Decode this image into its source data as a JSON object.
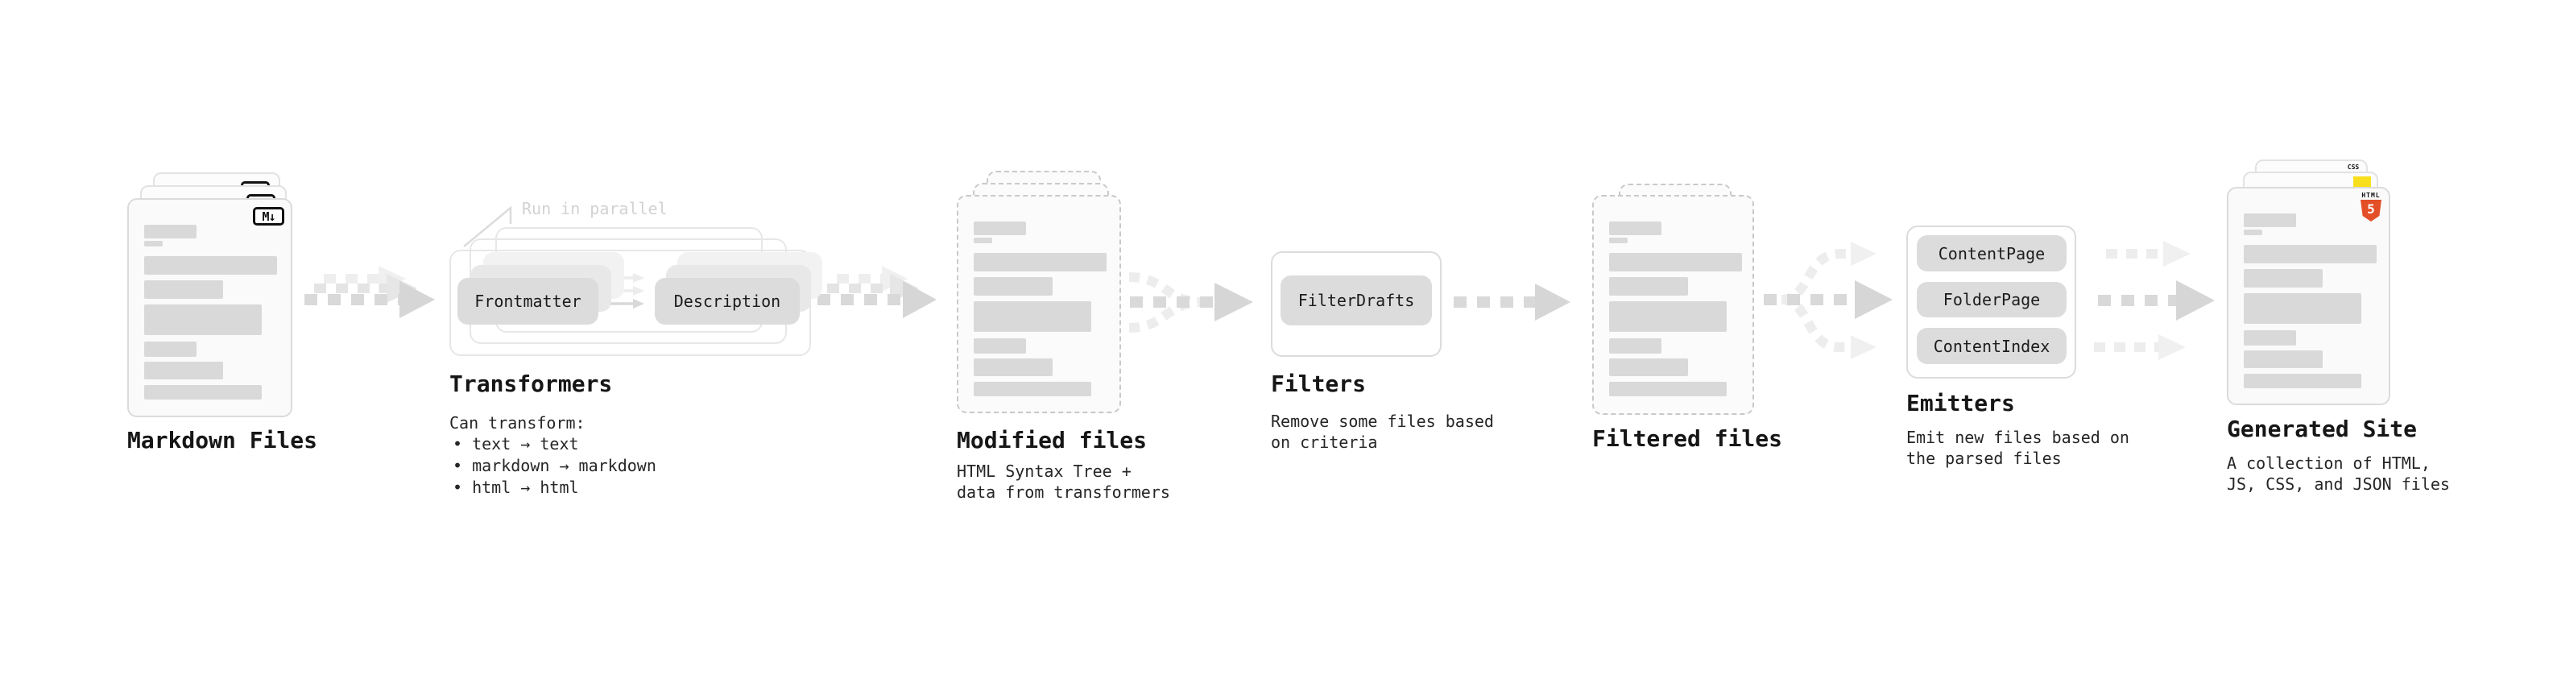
{
  "colors": {
    "html5_orange": "#e34f26",
    "js_yellow": "#f7df1e",
    "css_blue": "#2b62e9",
    "diagram_gray": "#d9d9d9"
  },
  "markdown_files": {
    "label": "Markdown Files",
    "badge": "M↓"
  },
  "transformers": {
    "label": "Transformers",
    "annotation": "Run in parallel",
    "pills": [
      "Frontmatter",
      "Description"
    ],
    "note_title": "Can transform:",
    "bullets": [
      "text → text",
      "markdown → markdown",
      "html → html"
    ]
  },
  "modified_files": {
    "label": "Modified files",
    "description": "HTML Syntax Tree +\ndata from transformers"
  },
  "filters": {
    "label": "Filters",
    "pill": "FilterDrafts",
    "description": "Remove some files based\non criteria"
  },
  "filtered_files": {
    "label": "Filtered files"
  },
  "emitters": {
    "label": "Emitters",
    "pills": [
      "ContentPage",
      "FolderPage",
      "ContentIndex"
    ],
    "description": "Emit new files based on\nthe parsed files"
  },
  "generated_site": {
    "label": "Generated Site",
    "description": "A collection of HTML,\nJS, CSS, and JSON files",
    "badges": {
      "css": "CSS",
      "html_label": "HTML",
      "html_number": "5"
    }
  }
}
